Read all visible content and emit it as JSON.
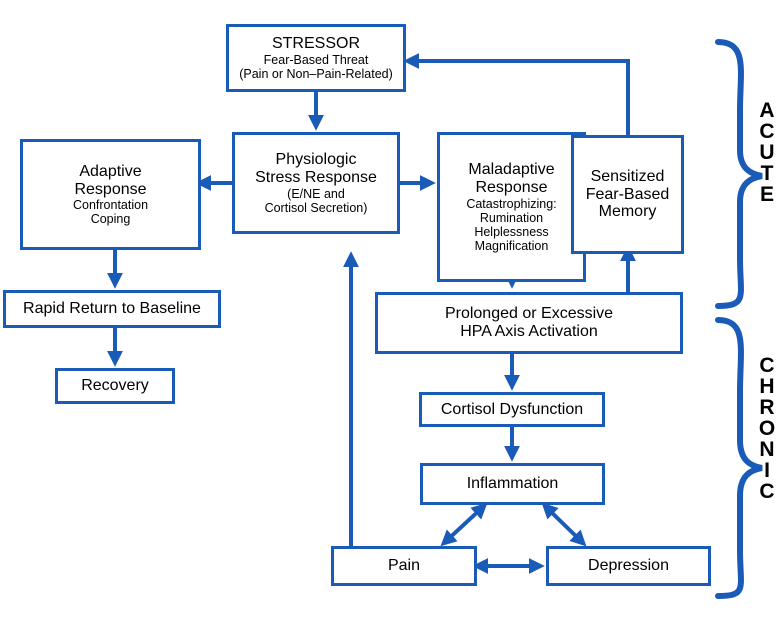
{
  "colors": {
    "accent": "#1a5bb8"
  },
  "boxes": {
    "stressor": {
      "title": "STRESSOR",
      "line1": "Fear-Based Threat",
      "line2": "(Pain or Non–Pain-Related)"
    },
    "adaptive": {
      "title1": "Adaptive",
      "title2": "Response",
      "line1": "Confrontation",
      "line2": "Coping"
    },
    "physiologic": {
      "title1": "Physiologic",
      "title2": "Stress Response",
      "line1": "(E/NE and",
      "line2": "Cortisol Secretion)"
    },
    "maladaptive": {
      "title1": "Maladaptive",
      "title2": "Response",
      "line1": "Catastrophizing:",
      "line2": "Rumination",
      "line3": "Helplessness",
      "line4": "Magnification"
    },
    "sensitized": {
      "line1": "Sensitized",
      "line2": "Fear-Based",
      "line3": "Memory"
    },
    "rapid_return": {
      "label": "Rapid Return to Baseline"
    },
    "recovery": {
      "label": "Recovery"
    },
    "hpa": {
      "line1": "Prolonged or Excessive",
      "line2": "HPA Axis Activation"
    },
    "cortisol": {
      "label": "Cortisol Dysfunction"
    },
    "inflammation": {
      "label": "Inflammation"
    },
    "pain": {
      "label": "Pain"
    },
    "depression": {
      "label": "Depression"
    }
  },
  "phases": {
    "acute": [
      "A",
      "C",
      "U",
      "T",
      "E"
    ],
    "chronic": [
      "C",
      "H",
      "R",
      "O",
      "N",
      "I",
      "C"
    ]
  }
}
